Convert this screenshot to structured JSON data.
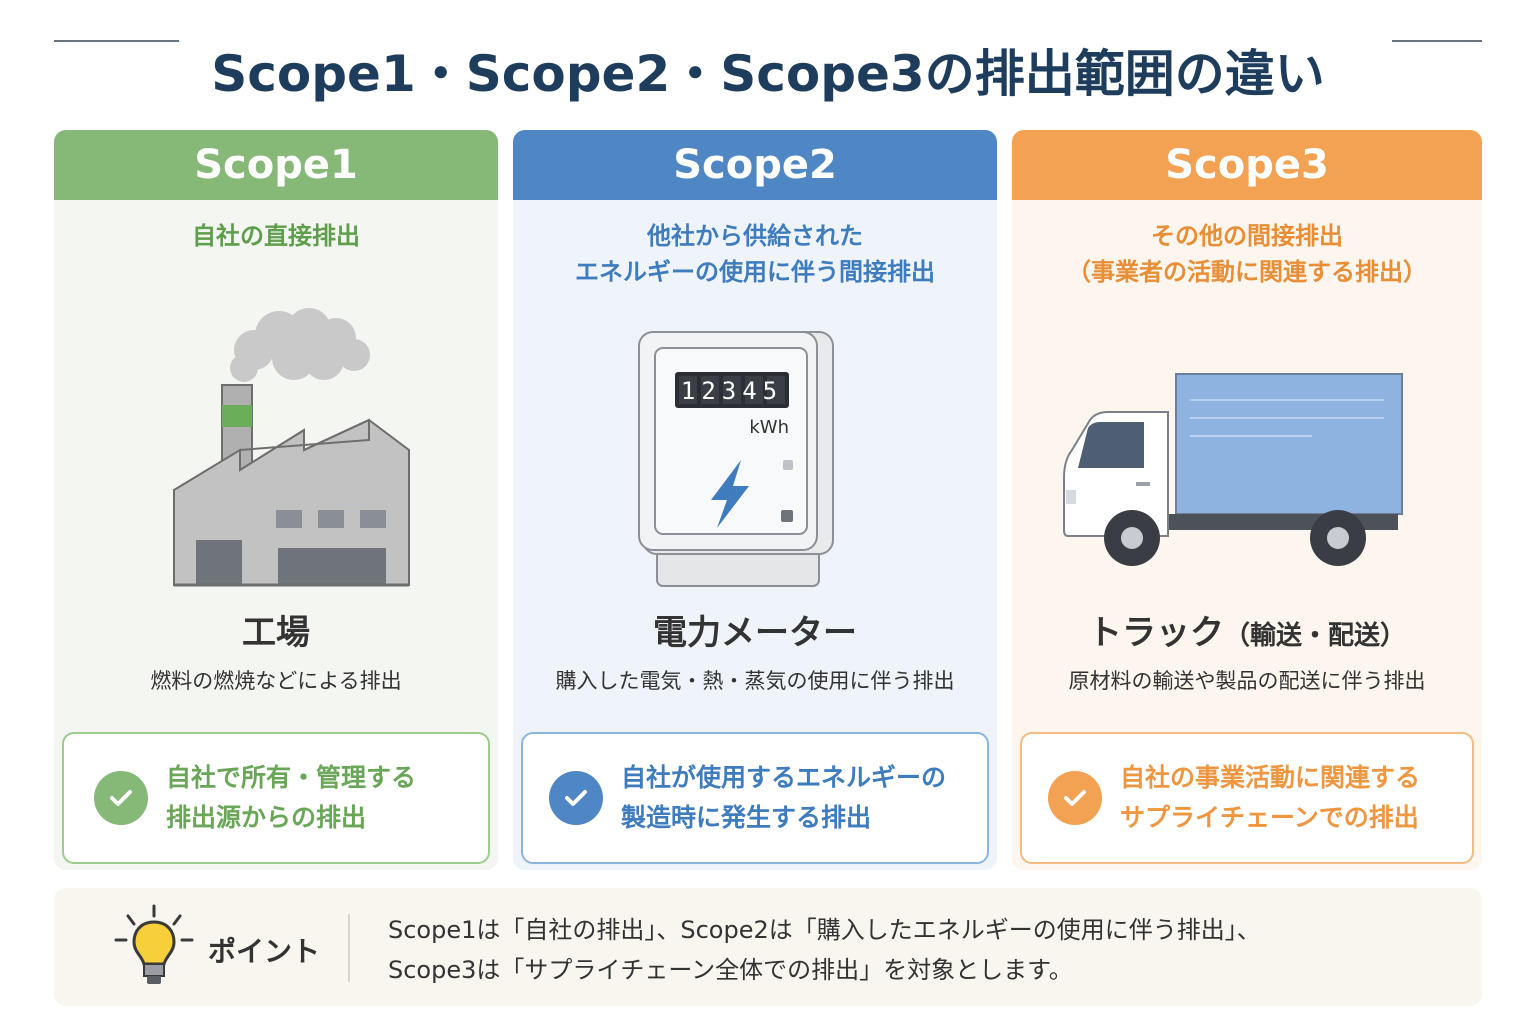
{
  "title": "Scope1・Scope2・Scope3の排出範囲の違い",
  "colors": {
    "scope1": "#86b877",
    "scope2": "#4f87c5",
    "scope3": "#f2a252",
    "title": "#1e3d5c"
  },
  "scopes": [
    {
      "header": "Scope1",
      "subtitle": "自社の直接排出",
      "icon": "factory-icon",
      "item_name": "工場",
      "item_paren": "",
      "item_desc": "燃料の燃焼などによる排出",
      "box_text": "自社で所有・管理する\n排出源からの排出"
    },
    {
      "header": "Scope2",
      "subtitle": "他社から供給された\nエネルギーの使用に伴う間接排出",
      "icon": "electric-meter-icon",
      "meter_reading": "12345",
      "meter_unit": "kWh",
      "item_name": "電力メーター",
      "item_paren": "",
      "item_desc": "購入した電気・熱・蒸気の使用に伴う排出",
      "box_text": "自社が使用するエネルギーの\n製造時に発生する排出"
    },
    {
      "header": "Scope3",
      "subtitle": "その他の間接排出\n（事業者の活動に関連する排出）",
      "icon": "truck-icon",
      "item_name": "トラック",
      "item_paren": "（輸送・配送）",
      "item_desc": "原材料の輸送や製品の配送に伴う排出",
      "box_text": "自社の事業活動に関連する\nサプライチェーンでの排出"
    }
  ],
  "point": {
    "label": "ポイント",
    "text": "Scope1は「自社の排出」、Scope2は「購入したエネルギーの使用に伴う排出」、\nScope3は「サプライチェーン全体での排出」を対象とします。"
  }
}
